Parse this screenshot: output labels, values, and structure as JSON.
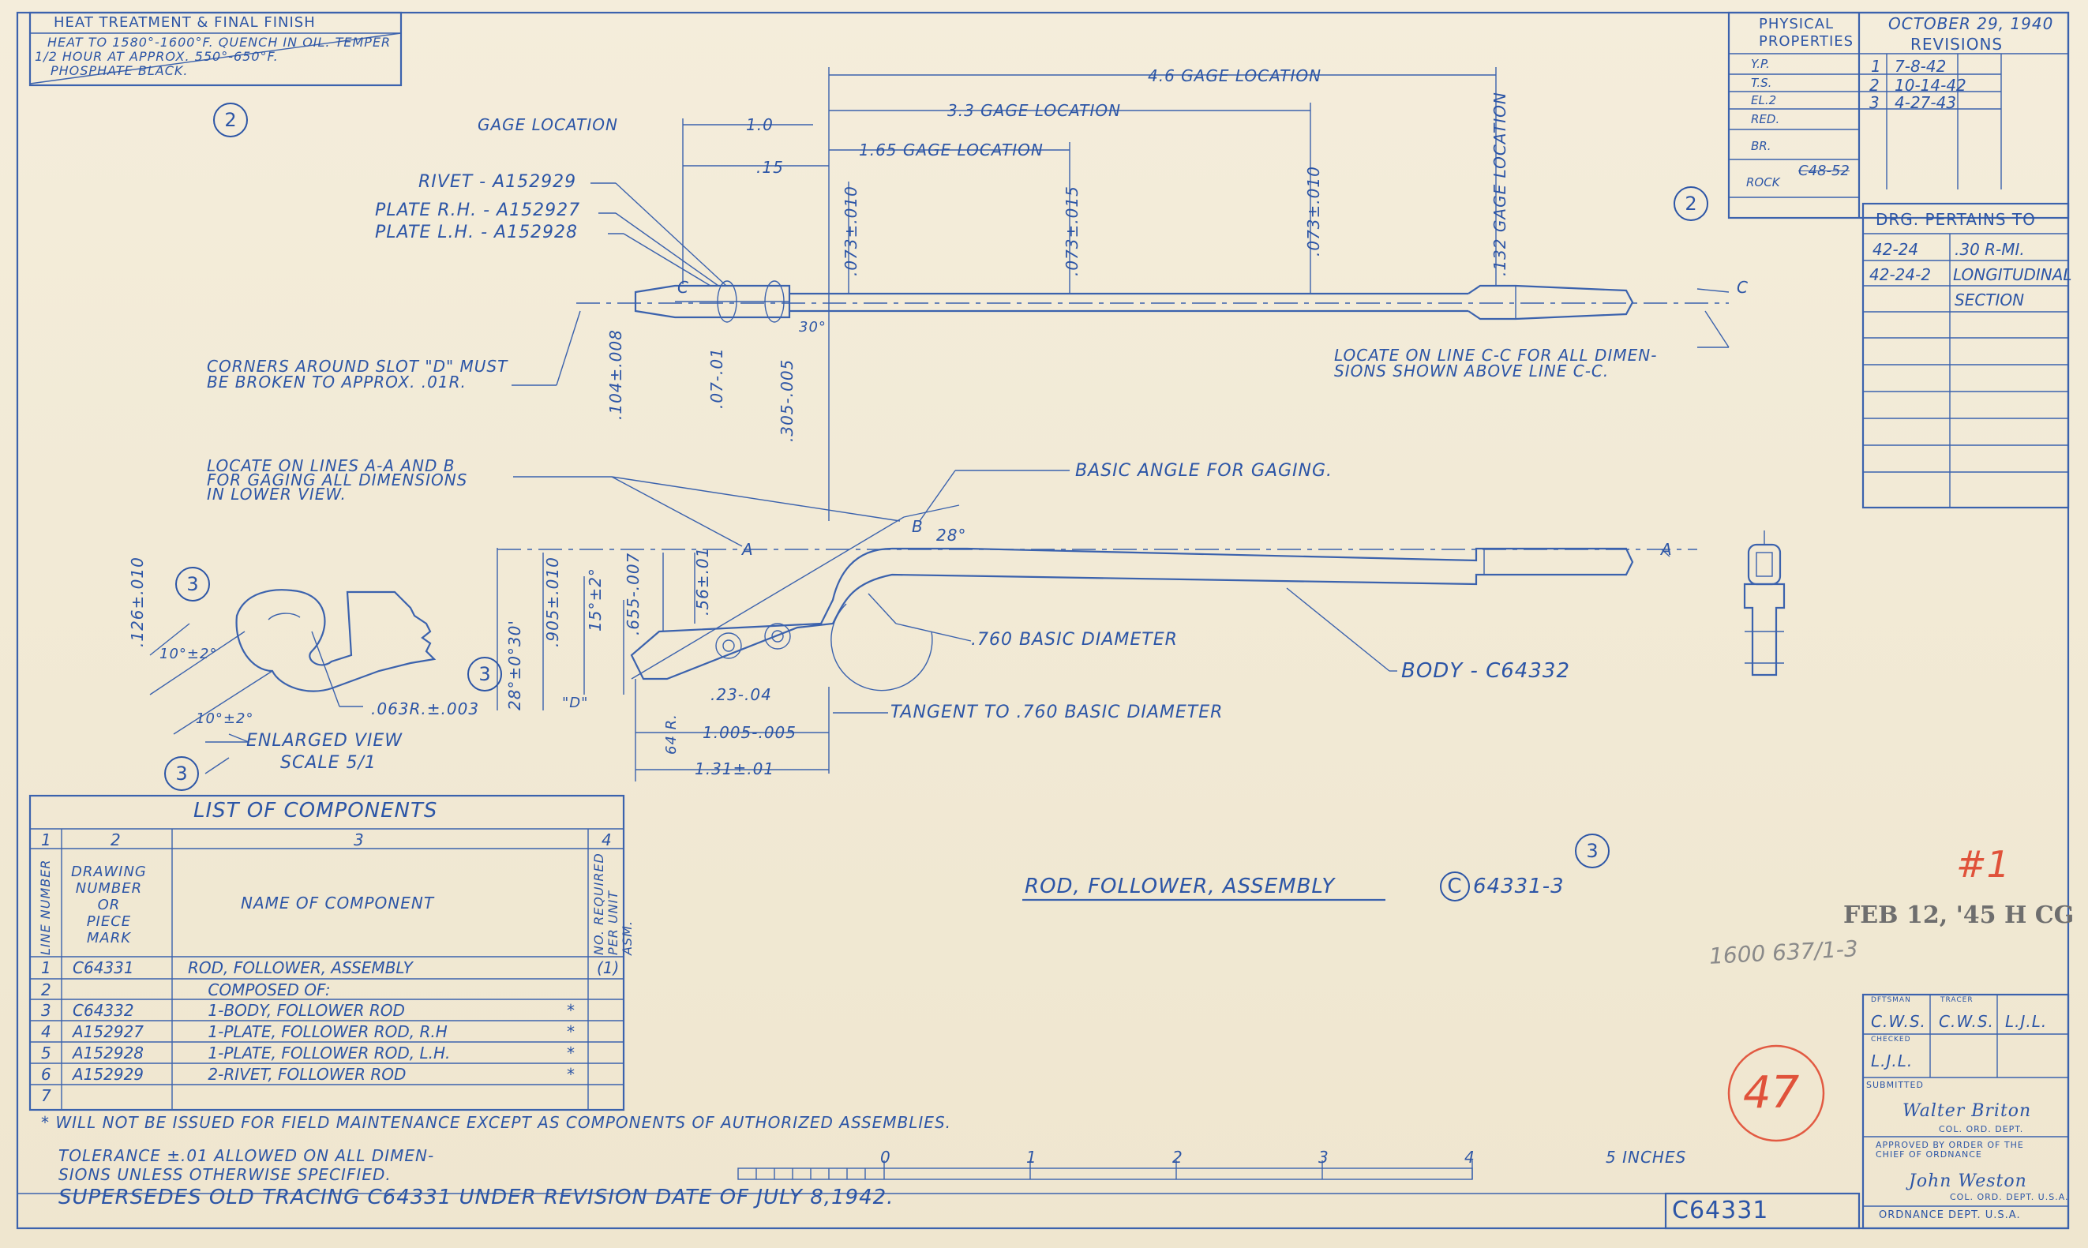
{
  "heat_treatment": {
    "title": "HEAT TREATMENT & FINAL FINISH",
    "line1": "HEAT TO 1580°-1600°F. QUENCH IN OIL.   TEMPER",
    "line2": "1/2 HOUR AT APPROX. 550°-650°F.",
    "line3": "PHOSPHATE BLACK.",
    "rev_mark": "2"
  },
  "physical_properties": {
    "title": "PHYSICAL\nPROPERTIES",
    "rows": [
      "Y.P.",
      "T.S.",
      "EL.2",
      "RED.",
      "BR.",
      "ROCK"
    ],
    "rock_value": "C48-52",
    "rev_mark": "2"
  },
  "revisions": {
    "date": "OCTOBER 29, 1940",
    "title": "REVISIONS",
    "entries": [
      {
        "num": "1",
        "date": "7-8-42"
      },
      {
        "num": "2",
        "date": "10-14-42"
      },
      {
        "num": "3",
        "date": "4-27-43"
      }
    ]
  },
  "pertains": {
    "title": "DRG. PERTAINS TO",
    "rows": [
      {
        "code": "42-24",
        "desc": ".30 R-MI."
      },
      {
        "code": "42-24-2",
        "desc": "LONGITUDINAL"
      },
      {
        "code": "",
        "desc": "SECTION"
      }
    ]
  },
  "upper_view": {
    "gage_location": "GAGE LOCATION",
    "dim_1_0": "1.0",
    "dim_15": ".15",
    "gage_165": "1.65 GAGE LOCATION",
    "gage_33": "3.3 GAGE LOCATION",
    "gage_46": "4.6 GAGE LOCATION",
    "gage_132": ".132 GAGE LOCATION",
    "tol_073a": ".073±.010",
    "tol_073b": ".073±.015",
    "tol_073c": ".073±.010",
    "rivet": "RIVET - A152929",
    "plate_rh": "PLATE R.H. - A152927",
    "plate_lh": "PLATE L.H. - A152928",
    "c_label": "C",
    "angle_30": "30°",
    "corners_note_1": "CORNERS AROUND SLOT \"D\" MUST",
    "corners_note_2": "BE BROKEN TO APPROX. .01R.",
    "dim_104": ".104±.008",
    "dim_07": ".07-.01",
    "dim_305": ".305-.005",
    "locate_cc_1": "LOCATE ON LINE C-C FOR ALL DIMEN-",
    "locate_cc_2": "SIONS SHOWN ABOVE LINE C-C."
  },
  "lower_view": {
    "locate_ab_1": "LOCATE ON LINES A-A AND B",
    "locate_ab_2": "FOR GAGING ALL  DIMENSIONS",
    "locate_ab_3": "IN LOWER VIEW.",
    "basic_angle": "BASIC ANGLE FOR GAGING.",
    "a_label": "A",
    "b_label": "B",
    "angle_28": "28°",
    "dim_28": "28°±0°30'",
    "dim_905": ".905±.010",
    "dim_15deg": "15°±2°",
    "dim_655": ".655-.007",
    "dim_56": ".56±.01",
    "basic_diameter": ".760 BASIC DIAMETER",
    "body": "BODY - C64332",
    "tangent": "TANGENT  TO  .760  BASIC DIAMETER",
    "dim_23": ".23-.04",
    "dim_1005": "1.005-.005",
    "dim_131": "1.31±.01",
    "dim_64r": "64 R.",
    "d_label": "\"D\""
  },
  "enlarged": {
    "dim_126": ".126±.010",
    "ang1": "10°±2°",
    "ang2": "10°±2°",
    "radius": ".063R.±.003",
    "caption1": "ENLARGED VIEW",
    "caption2": "SCALE 5/1",
    "rev_mark": "3"
  },
  "components": {
    "title": "LIST  OF  COMPONENTS",
    "col_nums": [
      "1",
      "2",
      "3",
      "4"
    ],
    "col1_head": "LINE NUMBER",
    "col2_head": "DRAWING\nNUMBER\nOR\nPIECE\nMARK",
    "col3_head": "NAME   OF  COMPONENT",
    "col4_head": "NO. REQUIRED PER UNIT ASM.",
    "rows": [
      {
        "line": "1",
        "drawing": "C64331",
        "name": "ROD, FOLLOWER, ASSEMBLY",
        "star": "",
        "qty": "(1)"
      },
      {
        "line": "2",
        "drawing": "",
        "name": "    COMPOSED OF:",
        "star": "",
        "qty": ""
      },
      {
        "line": "3",
        "drawing": "C64332",
        "name": "    1-BODY, FOLLOWER ROD",
        "star": "*",
        "qty": ""
      },
      {
        "line": "4",
        "drawing": "A152927",
        "name": "    1-PLATE, FOLLOWER ROD, R.H",
        "star": "*",
        "qty": ""
      },
      {
        "line": "5",
        "drawing": "A152928",
        "name": "    1-PLATE, FOLLOWER ROD, L.H.",
        "star": "*",
        "qty": ""
      },
      {
        "line": "6",
        "drawing": "A152929",
        "name": "    2-RIVET, FOLLOWER ROD",
        "star": "*",
        "qty": ""
      },
      {
        "line": "7",
        "drawing": "",
        "name": "",
        "star": "",
        "qty": ""
      }
    ]
  },
  "notes": {
    "field": "* WILL NOT BE ISSUED FOR FIELD MAINTENANCE  EXCEPT AS COMPONENTS OF AUTHORIZED ASSEMBLIES.",
    "tol1": "TOLERANCE ±.01 ALLOWED ON ALL DIMEN-",
    "tol2": "SIONS UNLESS  OTHERWISE SPECIFIED.",
    "supersedes": "SUPERSEDES  OLD TRACING C64331 UNDER REVISION DATE OF JULY 8,1942."
  },
  "scale_bar": {
    "ticks": [
      "0",
      "1",
      "2",
      "3",
      "4",
      "5 INCHES"
    ]
  },
  "title_block": {
    "title": "ROD, FOLLOWER, ASSEMBLY",
    "drawing_prefix": "C",
    "drawing_number": "64331-3",
    "rev_mark": "3",
    "number_box": "C64331",
    "stamp": "FEB 12, '45 H CG",
    "red_mark": "#1",
    "red_circle_num": "47",
    "pencil": "1600 637/1-3",
    "dftsman_label": "DFTSMAN",
    "tracer_label": "TRACER",
    "checked_label": "CHECKED",
    "submitted_label": "SUBMITTED",
    "dept1": "COL. ORD. DEPT.",
    "approved": "APPROVED BY ORDER OF THE",
    "chief": "CHIEF OF ORDNANCE",
    "dept2": "COL. ORD. DEPT. U.S.A.",
    "ordnance": "ORDNANCE DEPT. U.S.A.",
    "dft_init": "C.W.S.",
    "tracer_init": "C.W.S.",
    "ltr_init": "L.J.L.",
    "chk_init": "L.J.L.",
    "sig1": "Walter Briton",
    "sig2": "John Weston"
  }
}
